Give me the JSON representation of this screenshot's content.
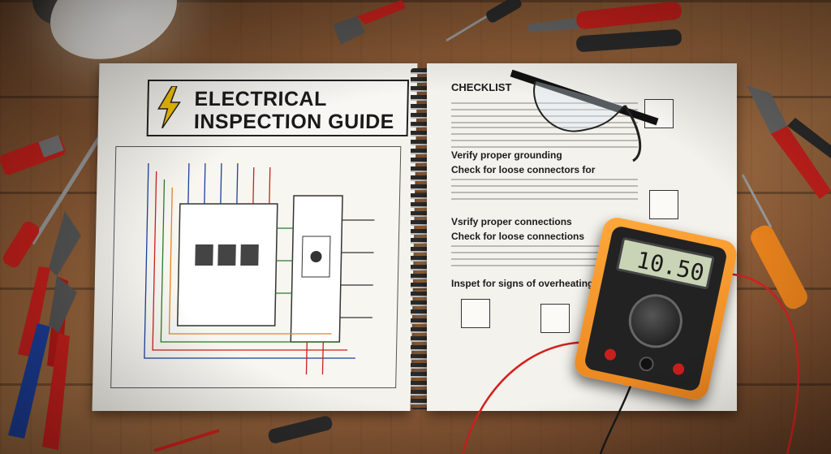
{
  "guide": {
    "title_line1": "ELECTRICAL",
    "title_line2": "INSPECTION GUIDE"
  },
  "checklist": {
    "title": "CHECKLIST",
    "items": [
      "Verify proper grounding",
      "Check for loose connectors for",
      "Vsrify proper connections",
      "Check for loose connections",
      "Inspet for signs of overheating"
    ]
  },
  "multimeter": {
    "reading": "10.50"
  },
  "icons": [
    "lightning-bolt-icon",
    "safety-glasses-icon",
    "multimeter-icon",
    "pliers-icon",
    "screwdriver-icon"
  ],
  "colors": {
    "multimeter_body": "#f08c1e",
    "tool_handles": "#c8201c",
    "bolt": "#f5c400",
    "probe_wire": "#d42020"
  }
}
